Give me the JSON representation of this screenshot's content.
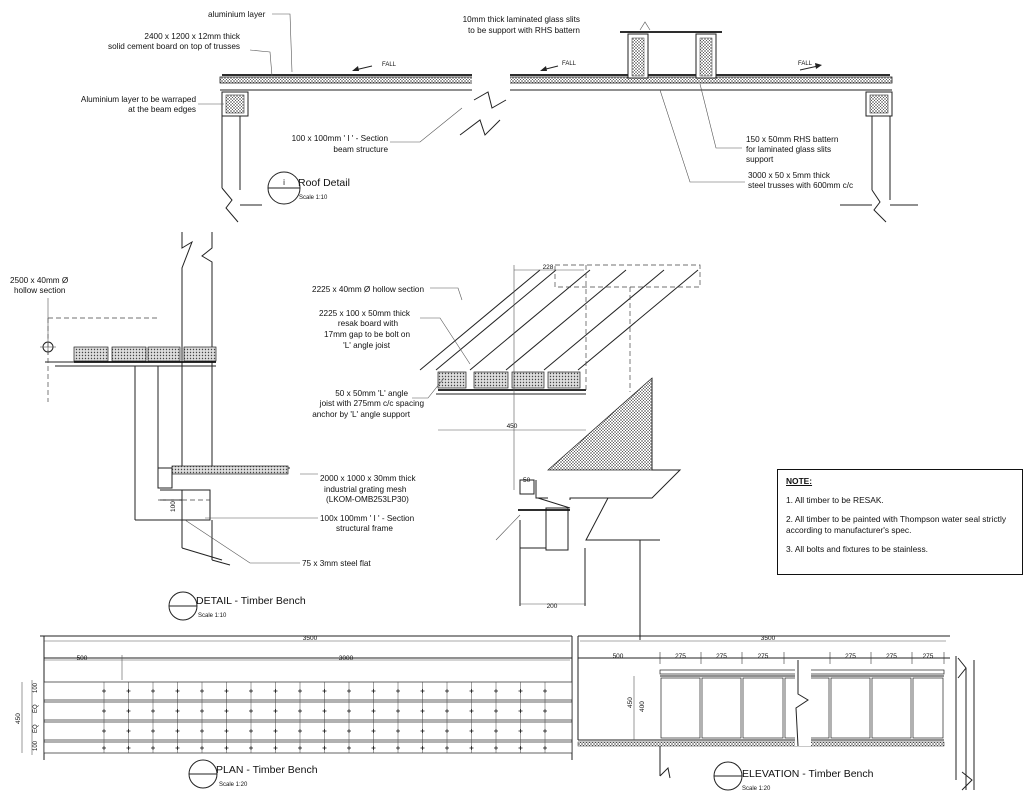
{
  "roof_detail": {
    "title": "Roof Detail",
    "scale": "Scale 1:10",
    "marker": "i",
    "fall_label": "FALL",
    "callouts": {
      "aluminium_layer": "aluminium layer",
      "cement_board_1": "2400 x 1200 x 12mm thick",
      "cement_board_2": "solid cement board on top of trusses",
      "aluminium_edges_1": "Aluminium layer to be warraped",
      "aluminium_edges_2": "at the beam edges",
      "glass_slits_1": "10mm thick laminated glass slits",
      "glass_slits_2": "to be support with RHS battern",
      "i_section_1": "100 x 100mm ' I ' - Section",
      "i_section_2": "beam structure",
      "rhs_1": "150 x 50mm RHS battern",
      "rhs_2": "for laminated glass slits",
      "rhs_3": "support",
      "trusses_1": "3000 x 50 x 5mm thick",
      "trusses_2": "steel trusses with 600mm c/c"
    }
  },
  "detail_bench": {
    "title": "DETAIL - Timber Bench",
    "scale": "Scale 1:10",
    "callouts": {
      "hollow_2500_1": "2500 x 40mm Ø",
      "hollow_2500_2": "hollow section",
      "hollow_2225": "2225 x 40mm Ø hollow section",
      "resak_1": "2225 x 100 x 50mm thick",
      "resak_2": "resak board with",
      "resak_3": "17mm gap to be bolt on",
      "resak_4": "'L' angle joist",
      "angle_1": "50 x 50mm 'L' angle",
      "angle_2": "joist with 275mm c/c spacing",
      "angle_3": "anchor by 'L' angle support",
      "grating_1": "2000 x 1000 x 30mm thick",
      "grating_2": "industrial grating mesh",
      "grating_3": "(LKOM-OMB253LP30)",
      "frame_1": "100x 100mm ' I ' - Section",
      "frame_2": "structural frame",
      "flat": "75 x 3mm steel flat"
    },
    "dims": {
      "d228": "228",
      "d450": "450",
      "d50": "50",
      "d100": "100",
      "d200": "200"
    }
  },
  "note": {
    "heading": "NOTE:",
    "items": [
      "1. All timber to be RESAK.",
      "2. All timber to be painted with Thompson water seal strictly\naccording to manufacturer's spec.",
      "3. All bolts and fixtures to be stainless."
    ]
  },
  "plan": {
    "title": "PLAN - Timber Bench",
    "scale": "Scale 1:20",
    "dims": {
      "total": "3500",
      "left": "500",
      "main": "3000",
      "depth": "450",
      "v100": "100",
      "veq": "EQ"
    }
  },
  "elevation": {
    "title": "ELEVATION - Timber Bench",
    "scale": "Scale 1:20",
    "dims": {
      "total": "3500",
      "left": "500",
      "bay": "275",
      "h450": "450",
      "h400": "400"
    }
  }
}
